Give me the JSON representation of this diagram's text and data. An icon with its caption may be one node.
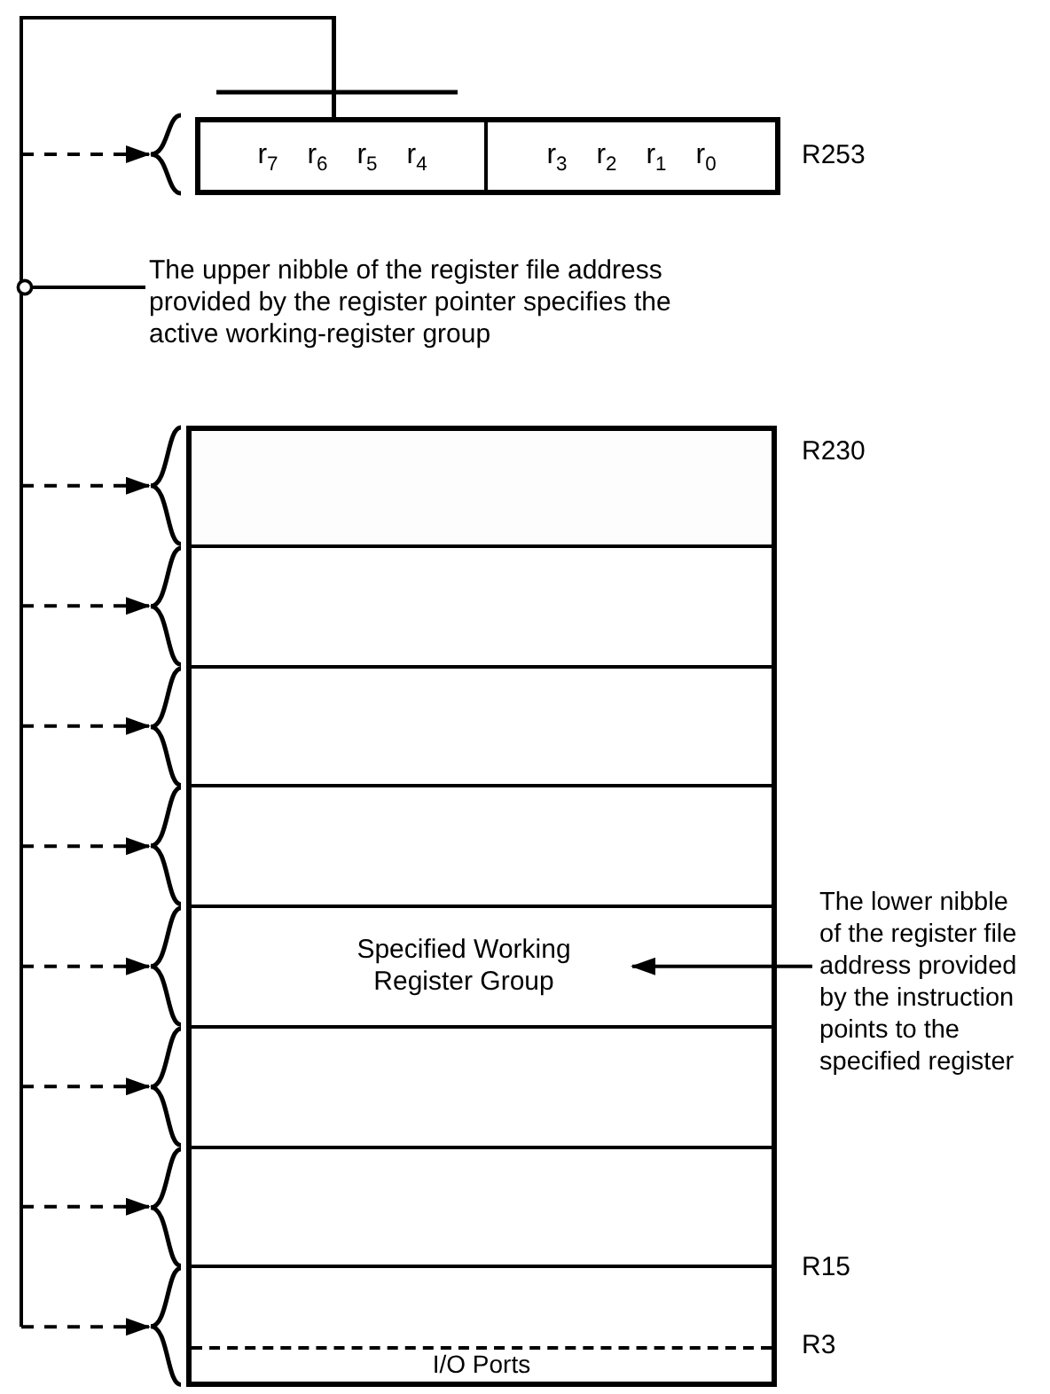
{
  "diagram": {
    "nodes": [
      {
        "text": [],
        "shape": "box",
        "beside": [
          "R253"
        ]
      },
      {
        "text": [
          "r$_{7}$ r$_{6}$ r$_{5}$ r$_{4}$"
        ],
        "in": 0
      },
      {
        "text": [
          "r$_{3}$ r$_{2}$ r$_{1}$ r$_{0}$"
        ],
        "in": 0
      },
      {
        "text": [
          "The upper nibble of the register file address provided by the register pointer specifies the active working-register group"
        ]
      },
      {
        "text": [],
        "shape": "box",
        "beside": [
          "R230"
        ]
      },
      {
        "text": [],
        "shape": "box",
        "in": 4
      },
      {
        "text": [],
        "shape": "box",
        "in": 4
      },
      {
        "text": [],
        "shape": "box",
        "in": 4
      },
      {
        "text": [],
        "shape": "box",
        "in": 4
      },
      {
        "text": [
          "Specified Working Register Group"
        ],
        "in": 4
      },
      {
        "text": [],
        "shape": "box",
        "in": 4
      },
      {
        "text": [],
        "shape": "box",
        "in": 4
      },
      {
        "text": [],
        "shape": "box",
        "in": 4,
        "beside": [
          "R15"
        ]
      },
      {
        "text": [
          "I/O Ports"
        ],
        "in": 12,
        "beside": [
          "R3"
        ]
      },
      {
        "text": [
          "The lower nibble of the register file address provided by the instruction points to the specified register"
        ]
      },
      {
        "text": [],
        "shape": "brace"
      },
      {
        "text": [],
        "shape": "brace"
      },
      {
        "text": [],
        "shape": "brace"
      },
      {
        "text": [],
        "shape": "brace"
      },
      {
        "text": [],
        "shape": "brace"
      },
      {
        "text": [],
        "shape": "brace"
      },
      {
        "text": [],
        "shape": "brace"
      },
      {
        "text": [],
        "shape": "brace"
      },
      {
        "text": [],
        "shape": "brace"
      }
    ],
    "edges": [
      {
        "from": 1,
        "to": 15,
        "arrow": "to",
        "style": "dashed"
      },
      {
        "from": 1,
        "to": 16,
        "arrow": "to",
        "style": "dashed"
      },
      {
        "from": 1,
        "to": 17,
        "arrow": "to",
        "style": "dashed"
      },
      {
        "from": 1,
        "to": 18,
        "arrow": "to",
        "style": "dashed"
      },
      {
        "from": 1,
        "to": 19,
        "arrow": "to",
        "style": "dashed"
      },
      {
        "from": 1,
        "to": 20,
        "arrow": "to",
        "style": "dashed"
      },
      {
        "from": 1,
        "to": 21,
        "arrow": "to",
        "style": "dashed"
      },
      {
        "from": 1,
        "to": 22,
        "arrow": "to",
        "style": "dashed"
      },
      {
        "from": 1,
        "to": 23,
        "arrow": "to",
        "style": "dashed"
      },
      {
        "from": 3,
        "to": null,
        "arrow": "other"
      },
      {
        "from": 14,
        "to": 9,
        "arrow": "to"
      }
    ]
  }
}
